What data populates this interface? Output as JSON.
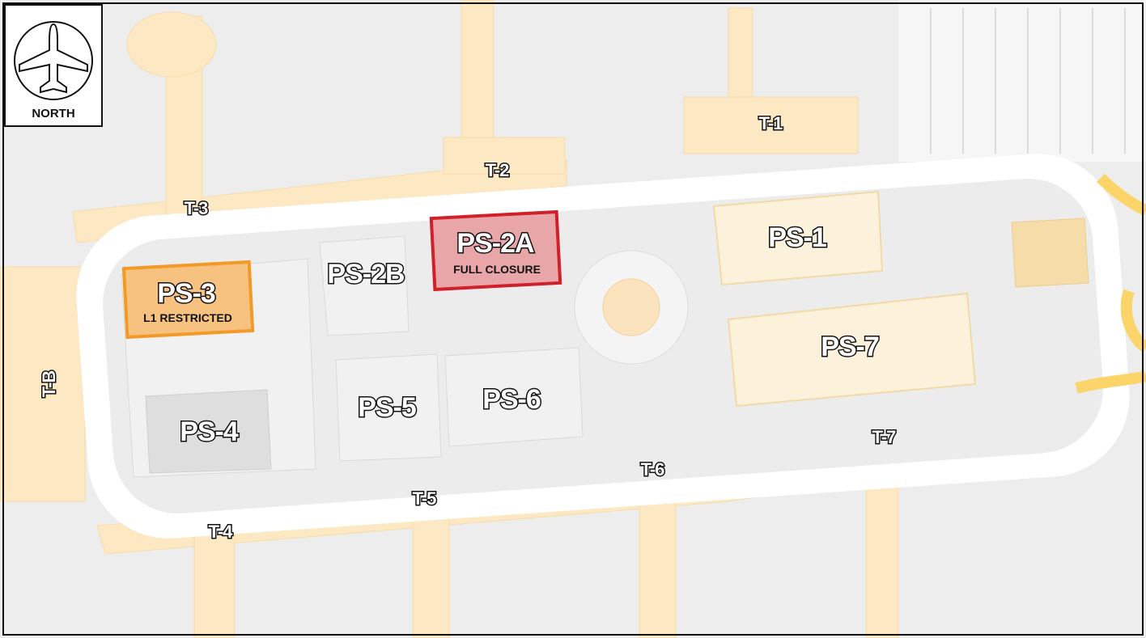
{
  "map": {
    "compass": {
      "icon": "airplane-north-icon",
      "label": "NORTH"
    },
    "terminals": [
      {
        "id": "t1",
        "label": "T-1"
      },
      {
        "id": "t2",
        "label": "T-2"
      },
      {
        "id": "t3",
        "label": "T-3"
      },
      {
        "id": "t4",
        "label": "T-4"
      },
      {
        "id": "t5",
        "label": "T-5"
      },
      {
        "id": "t6",
        "label": "T-6"
      },
      {
        "id": "t7",
        "label": "T-7"
      },
      {
        "id": "tb",
        "label": "T-B"
      }
    ],
    "parking": [
      {
        "id": "ps1",
        "label": "PS-1",
        "status": ""
      },
      {
        "id": "ps2a",
        "label": "PS-2A",
        "status": "FULL CLOSURE"
      },
      {
        "id": "ps2b",
        "label": "PS-2B",
        "status": ""
      },
      {
        "id": "ps3",
        "label": "PS-3",
        "status": "L1 RESTRICTED"
      },
      {
        "id": "ps4",
        "label": "PS-4",
        "status": ""
      },
      {
        "id": "ps5",
        "label": "PS-5",
        "status": ""
      },
      {
        "id": "ps6",
        "label": "PS-6",
        "status": ""
      },
      {
        "id": "ps7",
        "label": "PS-7",
        "status": ""
      }
    ],
    "colors": {
      "background": "#ededed",
      "terminal": "#fce9c4",
      "road": "#ffffff",
      "structure": "#f4f4f4",
      "closure_fill": "#e8a6a8",
      "closure_border": "#d0202a",
      "restricted_fill": "#f7c27f",
      "restricted_border": "#f29a25",
      "highway": "#fbd46a"
    }
  }
}
